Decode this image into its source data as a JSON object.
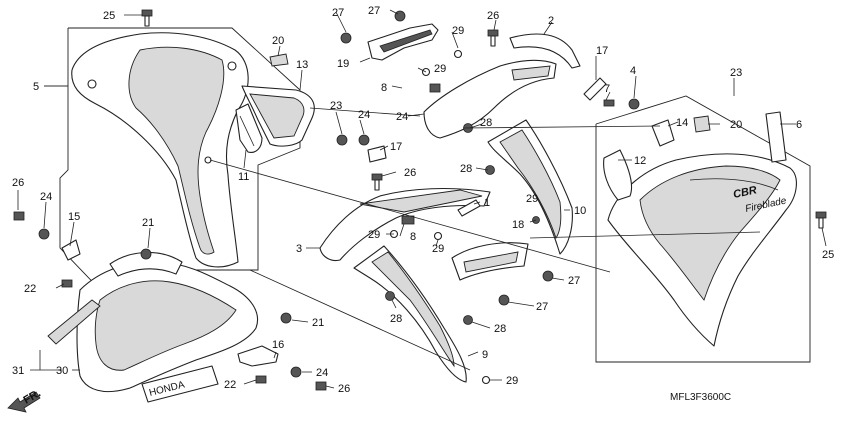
{
  "diagram": {
    "drawing_code": "MFL3F3600C",
    "front_marker": "FR.",
    "brand_text": "HONDA",
    "model_text": "CBR",
    "model_subtext": "Fireblade",
    "callouts": [
      {
        "id": "c-25a",
        "text": "25"
      },
      {
        "id": "c-27a",
        "text": "27"
      },
      {
        "id": "c-27b",
        "text": "27"
      },
      {
        "id": "c-26a",
        "text": "26"
      },
      {
        "id": "c-2",
        "text": "2"
      },
      {
        "id": "c-20a",
        "text": "20"
      },
      {
        "id": "c-13",
        "text": "13"
      },
      {
        "id": "c-29a",
        "text": "29"
      },
      {
        "id": "c-19",
        "text": "19"
      },
      {
        "id": "c-29b",
        "text": "29"
      },
      {
        "id": "c-17a",
        "text": "17"
      },
      {
        "id": "c-5",
        "text": "5"
      },
      {
        "id": "c-8a",
        "text": "8"
      },
      {
        "id": "c-23a",
        "text": "23"
      },
      {
        "id": "c-24a",
        "text": "24"
      },
      {
        "id": "c-7",
        "text": "7"
      },
      {
        "id": "c-4",
        "text": "4"
      },
      {
        "id": "c-23b",
        "text": "23"
      },
      {
        "id": "c-24b",
        "text": "24"
      },
      {
        "id": "c-28a",
        "text": "28"
      },
      {
        "id": "c-14",
        "text": "14"
      },
      {
        "id": "c-20b",
        "text": "20"
      },
      {
        "id": "c-6",
        "text": "6"
      },
      {
        "id": "c-17b",
        "text": "17"
      },
      {
        "id": "c-11",
        "text": "11"
      },
      {
        "id": "c-12",
        "text": "12"
      },
      {
        "id": "c-26b",
        "text": "26"
      },
      {
        "id": "c-28b",
        "text": "28"
      },
      {
        "id": "c-29c",
        "text": "29"
      },
      {
        "id": "c-26c",
        "text": "26"
      },
      {
        "id": "c-24c",
        "text": "24"
      },
      {
        "id": "c-1",
        "text": "1"
      },
      {
        "id": "c-10",
        "text": "10"
      },
      {
        "id": "c-15",
        "text": "15"
      },
      {
        "id": "c-18",
        "text": "18"
      },
      {
        "id": "c-21a",
        "text": "21"
      },
      {
        "id": "c-3",
        "text": "3"
      },
      {
        "id": "c-29d",
        "text": "29"
      },
      {
        "id": "c-8b",
        "text": "8"
      },
      {
        "id": "c-29e",
        "text": "29"
      },
      {
        "id": "c-25b",
        "text": "25"
      },
      {
        "id": "c-22a",
        "text": "22"
      },
      {
        "id": "c-27c",
        "text": "27"
      },
      {
        "id": "c-27d",
        "text": "27"
      },
      {
        "id": "c-28c",
        "text": "28"
      },
      {
        "id": "c-21b",
        "text": "21"
      },
      {
        "id": "c-28d",
        "text": "28"
      },
      {
        "id": "c-16",
        "text": "16"
      },
      {
        "id": "c-9",
        "text": "9"
      },
      {
        "id": "c-31",
        "text": "31"
      },
      {
        "id": "c-30",
        "text": "30"
      },
      {
        "id": "c-24d",
        "text": "24"
      },
      {
        "id": "c-22b",
        "text": "22"
      },
      {
        "id": "c-26d",
        "text": "26"
      },
      {
        "id": "c-29f",
        "text": "29"
      }
    ]
  }
}
